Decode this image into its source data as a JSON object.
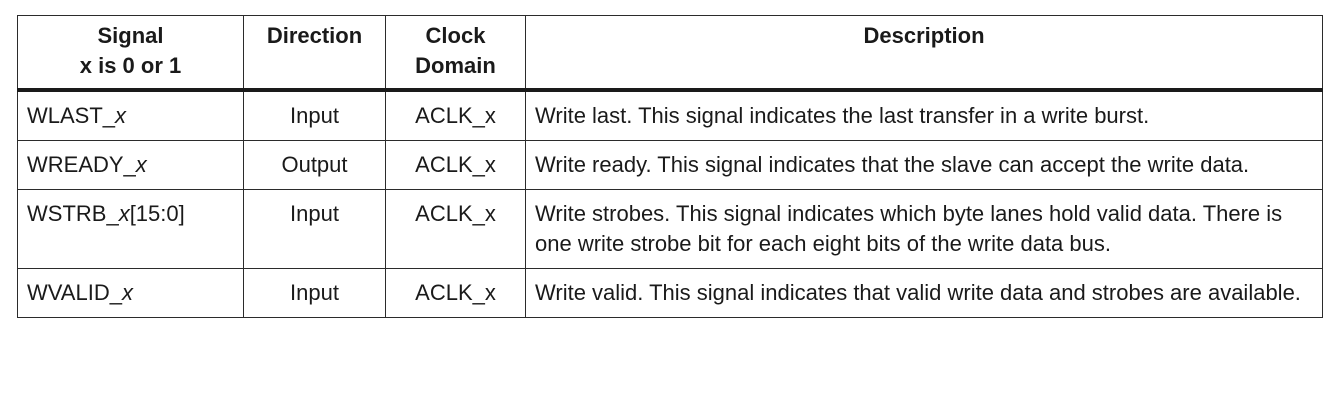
{
  "headers": [
    {
      "line1": "Signal",
      "line2": "x is 0 or 1"
    },
    {
      "line1": "Direction",
      "line2": ""
    },
    {
      "line1": "Clock",
      "line2": "Domain"
    },
    {
      "line1": "Description",
      "line2": ""
    }
  ],
  "rows": [
    {
      "signal_base": "WLAST_",
      "signal_var": "x",
      "signal_suffix": "",
      "direction": "Input",
      "clock": "ACLK_x",
      "description": "Write last. This signal indicates the last transfer in a write burst."
    },
    {
      "signal_base": "WREADY_",
      "signal_var": "x",
      "signal_suffix": "",
      "direction": "Output",
      "clock": "ACLK_x",
      "description": "Write ready. This signal indicates that the slave can accept the write data."
    },
    {
      "signal_base": "WSTRB_",
      "signal_var": "x",
      "signal_suffix": "[15:0]",
      "direction": "Input",
      "clock": "ACLK_x",
      "description": "Write strobes. This signal indicates which byte lanes hold valid data. There is one write strobe bit for each eight bits of the write data bus."
    },
    {
      "signal_base": "WVALID_",
      "signal_var": "x",
      "signal_suffix": "",
      "direction": "Input",
      "clock": "ACLK_x",
      "description": "Write valid. This signal indicates that valid write data and strobes are available."
    }
  ]
}
